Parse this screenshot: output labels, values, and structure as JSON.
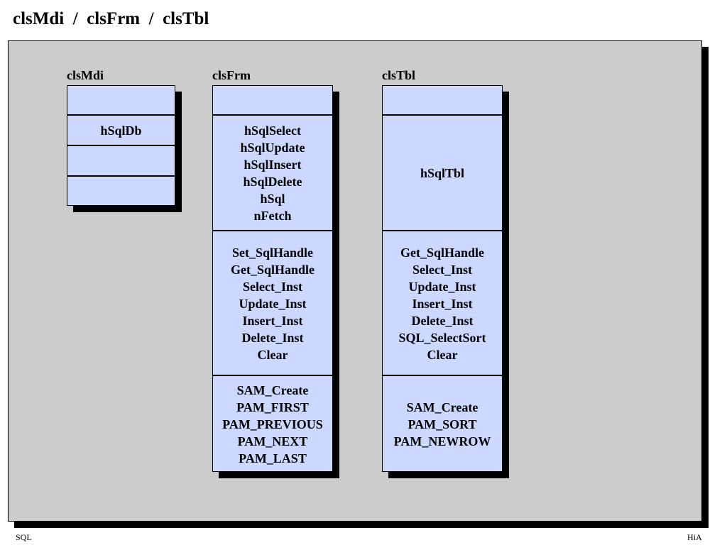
{
  "title": "clsMdi  /  clsFrm  /  clsTbl",
  "classes": [
    {
      "name": "clsMdi",
      "sections": [
        [],
        [
          "hSqlDb"
        ],
        [],
        []
      ]
    },
    {
      "name": "clsFrm",
      "sections": [
        [],
        [
          "hSqlSelect",
          "hSqlUpdate",
          "hSqlInsert",
          "hSqlDelete",
          "hSql",
          "nFetch"
        ],
        [
          "Set_SqlHandle",
          "Get_SqlHandle",
          "Select_Inst",
          "Update_Inst",
          "Insert_Inst",
          "Delete_Inst",
          "Clear"
        ],
        [
          "SAM_Create",
          "PAM_FIRST",
          "PAM_PREVIOUS",
          "PAM_NEXT",
          "PAM_LAST"
        ]
      ]
    },
    {
      "name": "clsTbl",
      "sections": [
        [],
        [
          "hSqlTbl"
        ],
        [
          "Get_SqlHandle",
          "Select_Inst",
          "Update_Inst",
          "Insert_Inst",
          "Delete_Inst",
          "SQL_SelectSort",
          "Clear"
        ],
        [
          "SAM_Create",
          "PAM_SORT",
          "PAM_NEWROW"
        ]
      ]
    }
  ],
  "footer": {
    "left": "SQL",
    "right": "HiA"
  }
}
